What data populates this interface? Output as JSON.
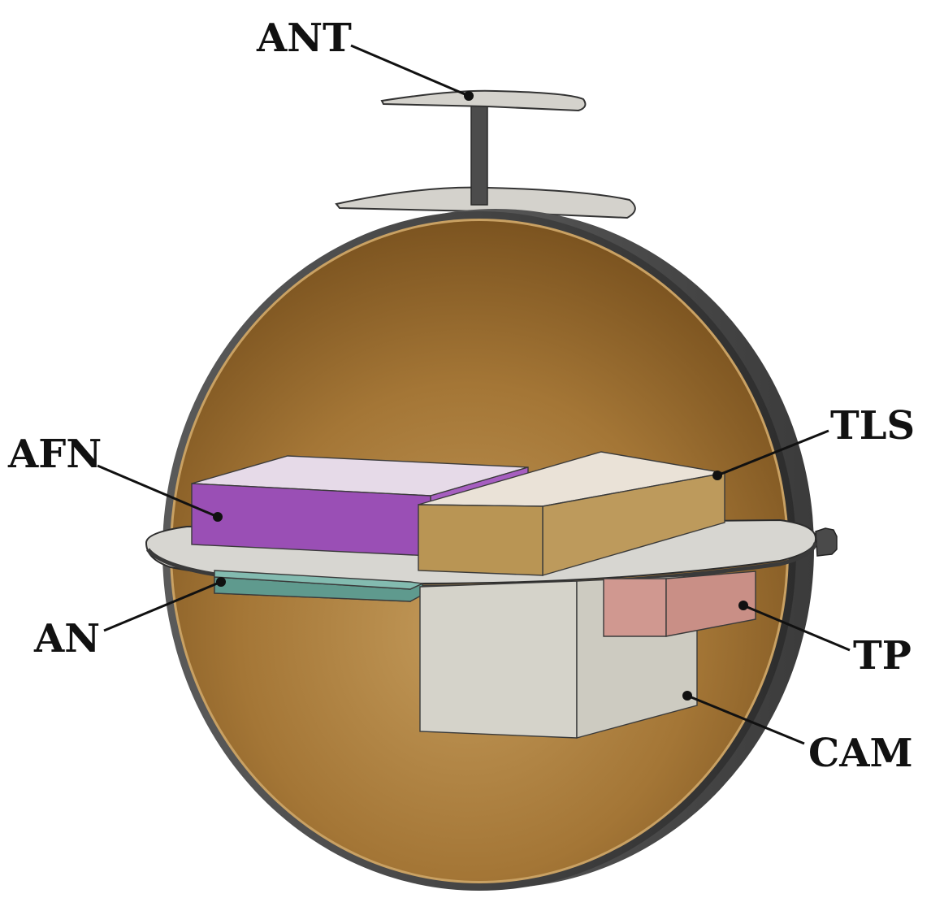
{
  "labels": {
    "ant": "ANT",
    "tls": "TLS",
    "afn": "AFN",
    "an": "AN",
    "tp": "TP",
    "cam": "CAM"
  },
  "colors": {
    "sphere_interior": "#a8793a",
    "sphere_shell": "#4a4a4a",
    "platform": "#d9d8d4",
    "afn_box": "#9a4fb5",
    "tls_box": "#bd9a5c",
    "an_box": "#6aa89c",
    "tp_box": "#c98f86",
    "cam_box": "#d8d6cc",
    "antenna": "#d4d2cc"
  }
}
